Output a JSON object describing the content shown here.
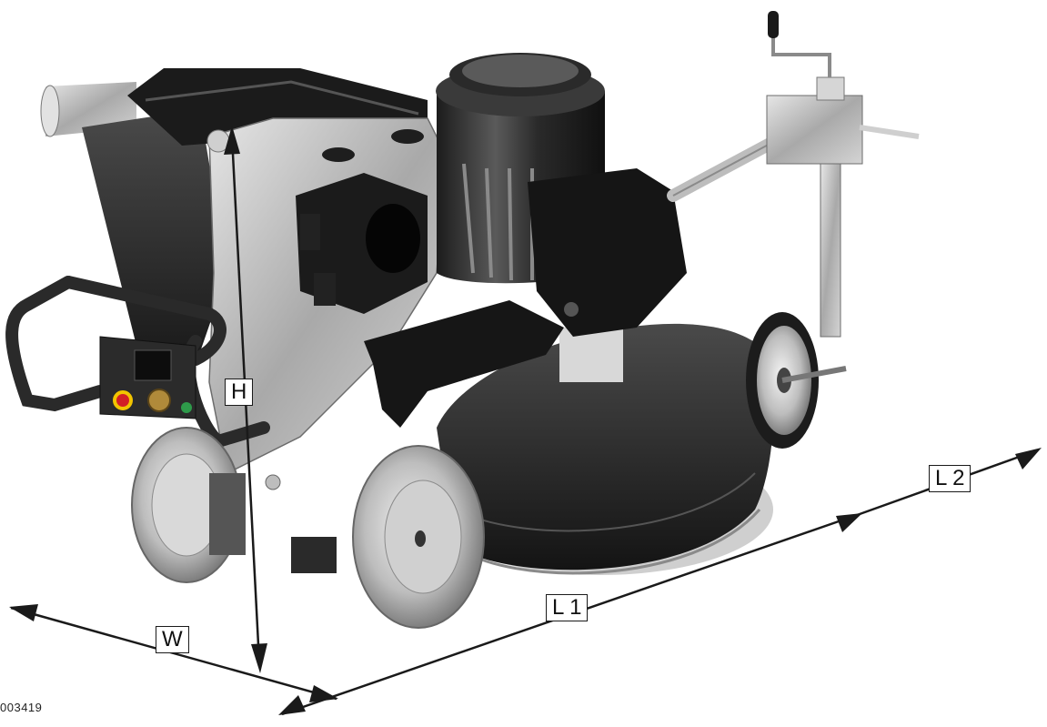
{
  "figure": {
    "code": "003419",
    "dimensions": {
      "height": "H",
      "width": "W",
      "length_1": "L 1",
      "length_2": "L 2"
    }
  },
  "colors": {
    "body": "#2a2a2a",
    "metal": "#b8b8b8",
    "line": "#1a1a1a",
    "accent_red": "#d21f26",
    "accent_yellow": "#f2c400",
    "accent_green": "#2e9a4a"
  },
  "icons": [
    "floor-grinder-machine",
    "dimension-arrow"
  ]
}
